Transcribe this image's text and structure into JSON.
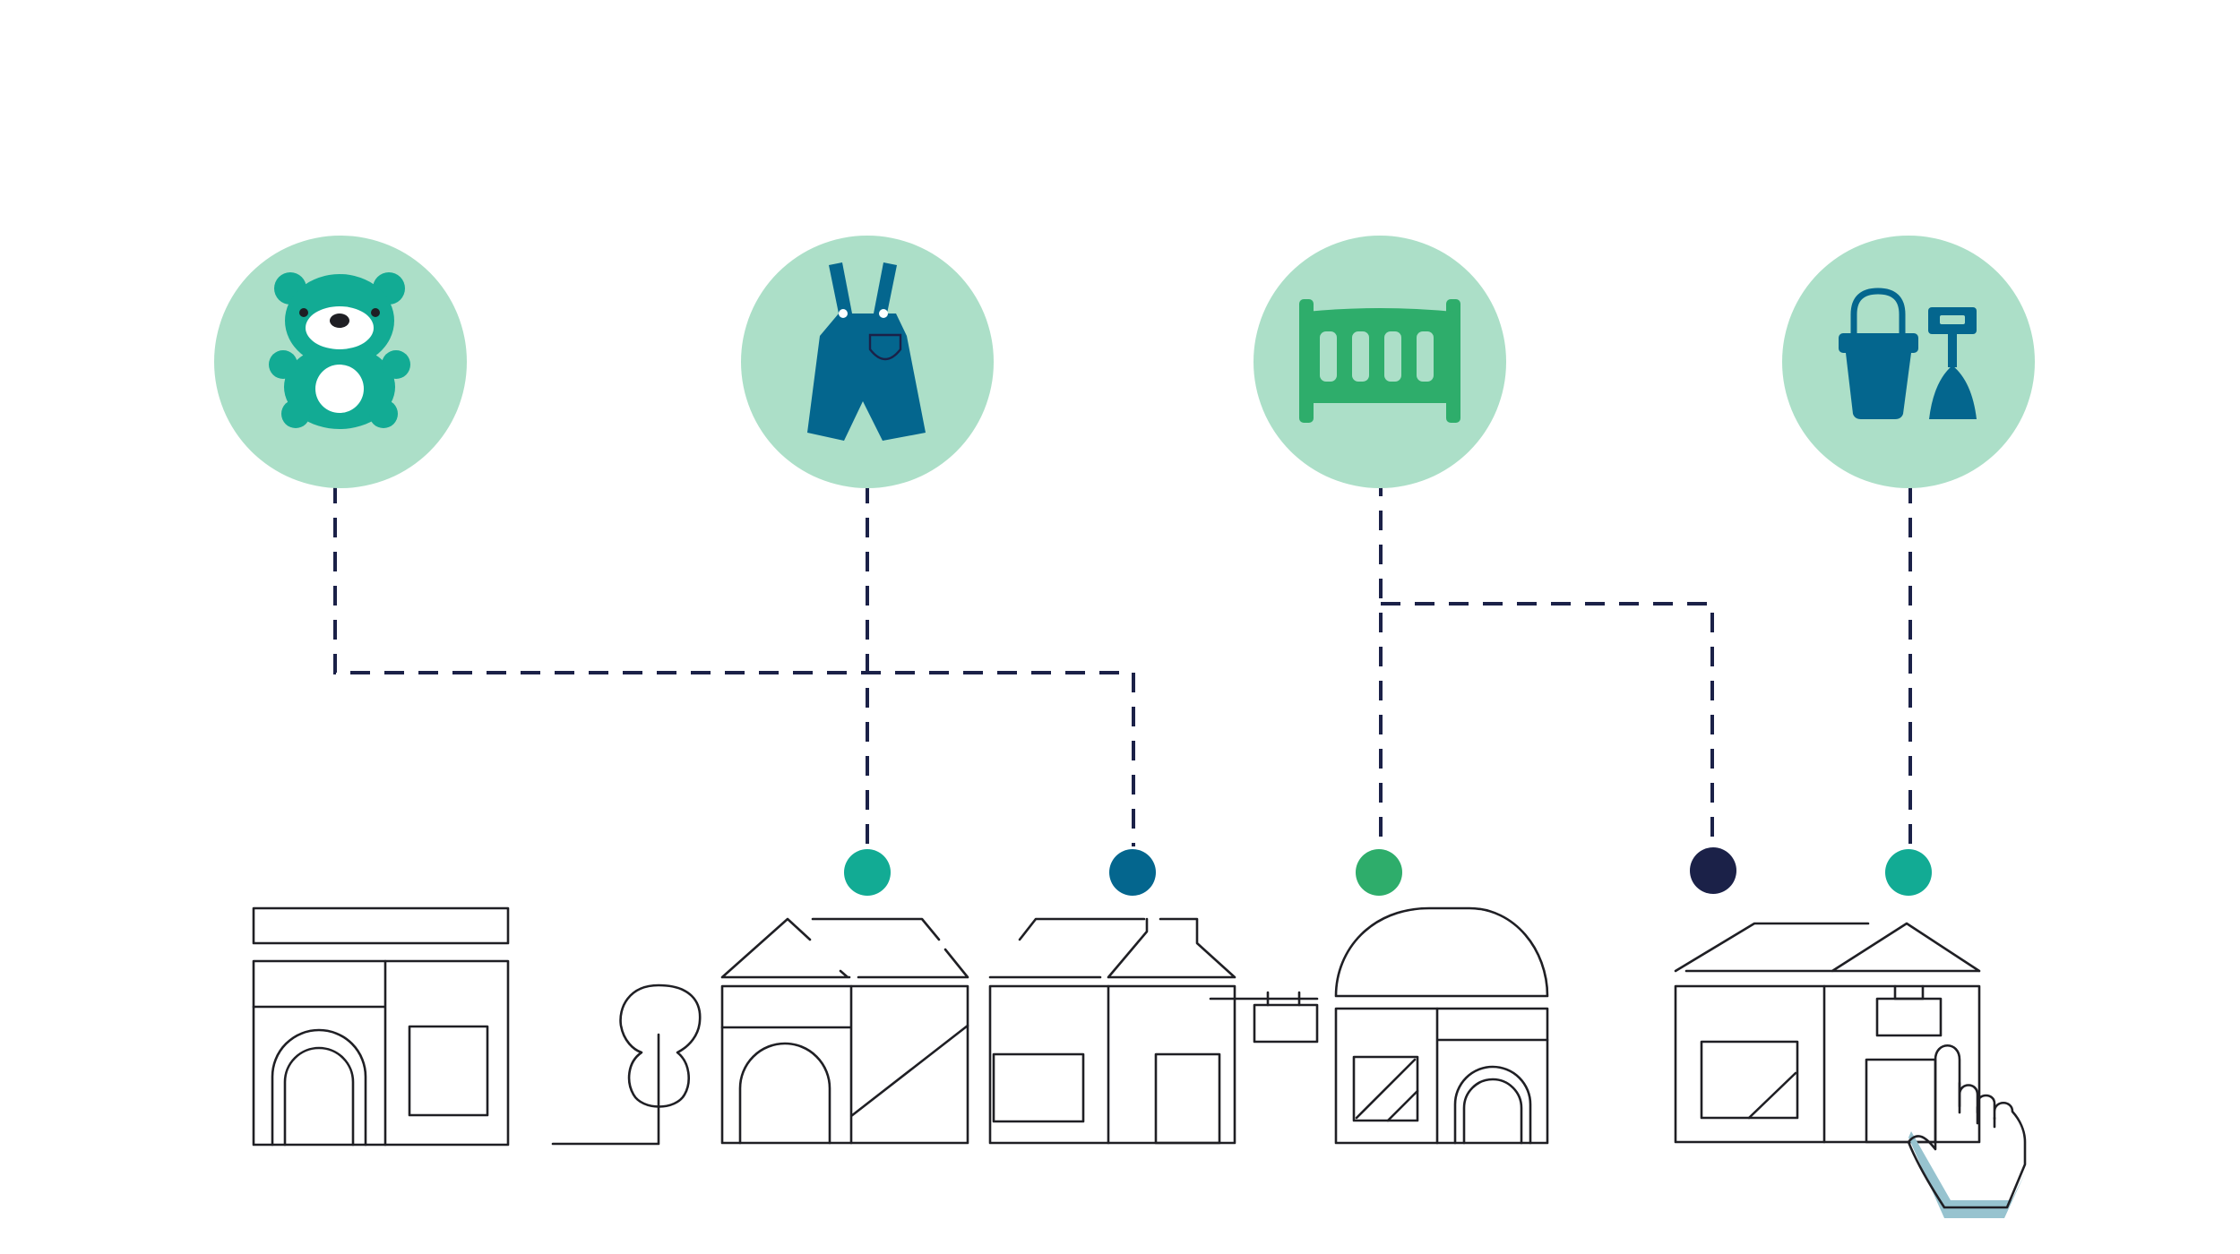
{
  "colors": {
    "background": "#ffffff",
    "circle_fill": "#acdfc8",
    "teal": "#12ab94",
    "deep_blue": "#04668e",
    "green": "#2ead6b",
    "navy": "#1b2148",
    "outline": "#1f1f24",
    "hand_shadow": "#97c3cf"
  },
  "categories": [
    {
      "id": "toys",
      "icon": "teddy-bear-icon"
    },
    {
      "id": "clothing",
      "icon": "overalls-icon"
    },
    {
      "id": "nursery",
      "icon": "crib-icon"
    },
    {
      "id": "outdoor",
      "icon": "bucket-and-spade-icon"
    }
  ],
  "stores": [
    {
      "id": "store-1",
      "style": "flat-awning"
    },
    {
      "id": "store-2",
      "style": "gable"
    },
    {
      "id": "store-3",
      "style": "gable"
    },
    {
      "id": "store-4",
      "style": "dome"
    },
    {
      "id": "store-5",
      "style": "gable-selected"
    }
  ],
  "connections": [
    {
      "from": "toys",
      "to": "store-3",
      "dot_color": "#04668e"
    },
    {
      "from": "clothing",
      "to": "store-2",
      "dot_color": "#12ab94"
    },
    {
      "from": "nursery",
      "to": "store-4",
      "dot_color": "#2ead6b"
    },
    {
      "from": "nursery",
      "to": "store-5",
      "dot_color": "#1b2148"
    },
    {
      "from": "outdoor",
      "to": "store-5",
      "dot_color": "#12ab94"
    }
  ],
  "pointer": {
    "icon": "hand-pointer-icon",
    "target": "store-5"
  }
}
